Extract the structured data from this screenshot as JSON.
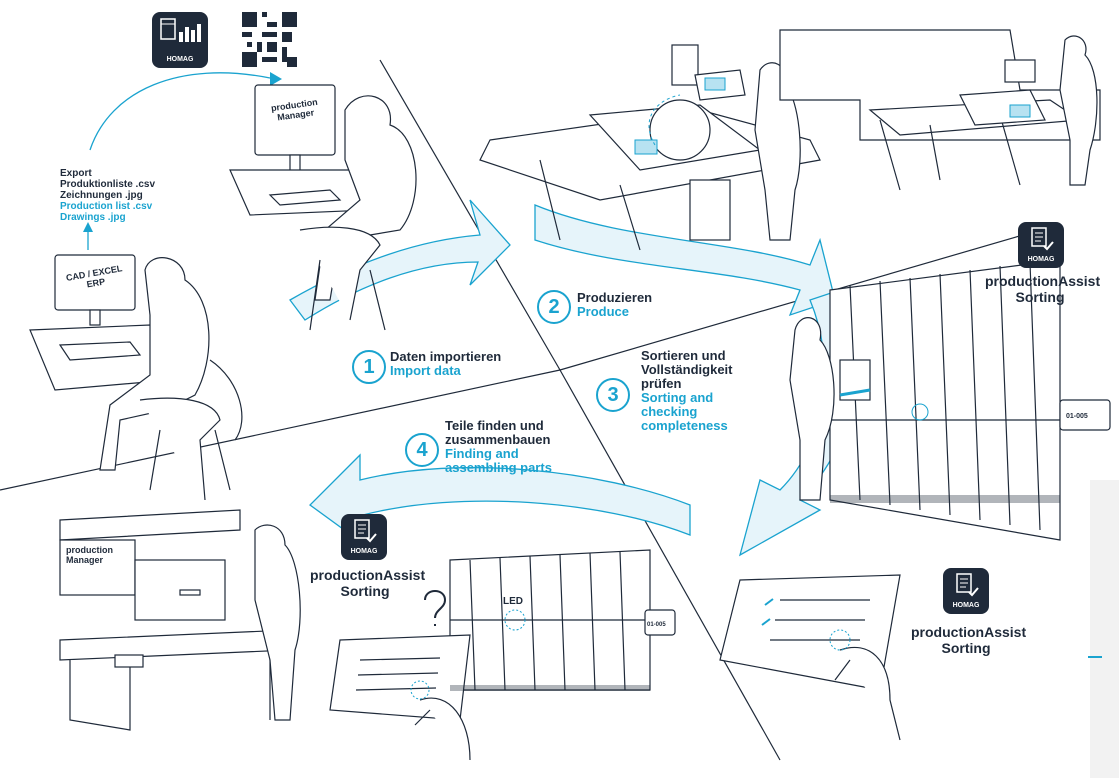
{
  "colors": {
    "dark": "#1f2a3a",
    "accent": "#1aa3cf",
    "light_fill": "#e6f4fa"
  },
  "top_app": {
    "brand": "HOMAG",
    "icon": "chart-icon"
  },
  "qr": {
    "icon": "qr-code-icon"
  },
  "screens": {
    "production_manager": [
      "production",
      "Manager"
    ],
    "cad_excel": [
      "CAD / EXCEL",
      "ERP"
    ],
    "assembly_board": [
      "production",
      "Manager"
    ]
  },
  "export_text": {
    "title": "Export",
    "line1": "Produktionliste .csv",
    "line2": "Zeichnungen .jpg",
    "line3_en": "Production list .csv",
    "line4_en": "Drawings .jpg"
  },
  "steps": [
    {
      "number": "1",
      "de": "Daten importieren",
      "en": "Import data"
    },
    {
      "number": "2",
      "de": "Produzieren",
      "en": "Produce"
    },
    {
      "number": "3",
      "de_lines": [
        "Sortieren und",
        "Vollständigkeit",
        "prüfen"
      ],
      "en_lines": [
        "Sorting and",
        "checking",
        "completeness"
      ]
    },
    {
      "number": "4",
      "de_lines": [
        "Teile finden und",
        "zusammenbauen"
      ],
      "en_lines": [
        "Finding and",
        "assembling parts"
      ]
    }
  ],
  "apps": [
    {
      "brand": "HOMAG",
      "title_lines": [
        "productionAssist",
        "Sorting"
      ]
    },
    {
      "brand": "HOMAG",
      "title_lines": [
        "productionAssist",
        "Sorting"
      ]
    },
    {
      "brand": "HOMAG",
      "title_lines": [
        "productionAssist",
        "Sorting"
      ]
    }
  ],
  "labels": {
    "led": "LED",
    "shelf_tag_1": "01-005",
    "shelf_tag_2": "01-005"
  }
}
